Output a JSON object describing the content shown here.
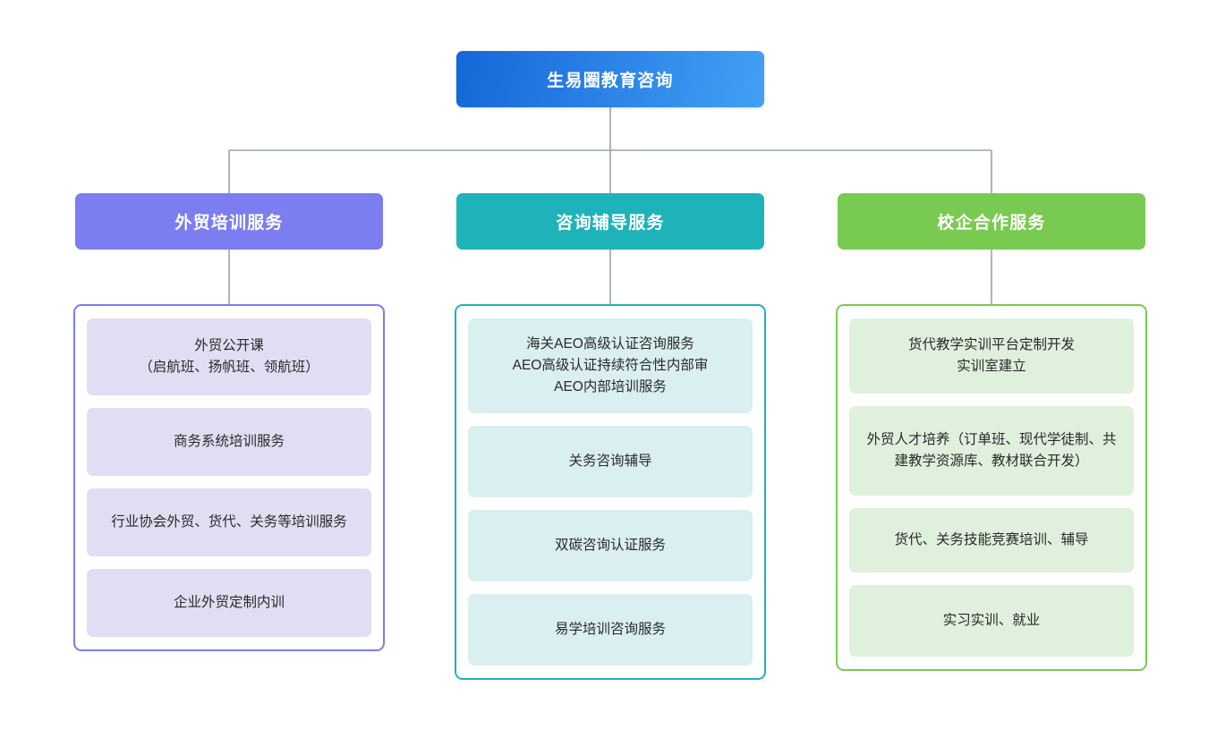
{
  "root": {
    "label": "生易圈教育咨询",
    "gradient_from": "#1667d8",
    "gradient_to": "#41a0f5"
  },
  "connector_color": "#98a3ae",
  "columns": [
    {
      "key": "foreign-trade-training",
      "header_label": "外贸培训服务",
      "header_color": "#7b7df0",
      "border_color": "#7b7df0",
      "chip_color": "#e2ddf2",
      "items": [
        {
          "label": "外贸公开课\n（启航班、扬帆班、领航班）",
          "min_height": 86
        },
        {
          "label": "商务系统培训服务",
          "min_height": 76
        },
        {
          "label": "行业协会外贸、货代、关务等培训服务",
          "min_height": 76
        },
        {
          "label": "企业外贸定制内训",
          "min_height": 76
        }
      ]
    },
    {
      "key": "consulting-tutoring",
      "header_label": "咨询辅导服务",
      "header_color": "#1eb3b9",
      "border_color": "#1eb3b9",
      "chip_color": "#d9eff0",
      "items": [
        {
          "label": "海关AEO高级认证咨询服务\nAEO高级认证持续符合性内部审\nAEO内部培训服务",
          "min_height": 106
        },
        {
          "label": "关务咨询辅导",
          "min_height": 80
        },
        {
          "label": "双碳咨询认证服务",
          "min_height": 80
        },
        {
          "label": "易学培训咨询服务",
          "min_height": 80
        }
      ]
    },
    {
      "key": "school-enterprise-cooperation",
      "header_label": "校企合作服务",
      "header_color": "#79ca50",
      "border_color": "#79ca50",
      "chip_color": "#dff0dc",
      "items": [
        {
          "label": "货代教学实训平台定制开发\n实训室建立",
          "min_height": 84
        },
        {
          "label": "外贸人才培养（订单班、现代学徒制、共建教学资源库、教材联合开发）",
          "min_height": 100
        },
        {
          "label": "货代、关务技能竞赛培训、辅导",
          "min_height": 72
        },
        {
          "label": "实习实训、就业",
          "min_height": 80
        }
      ]
    }
  ],
  "chart_data": {
    "type": "diagram",
    "diagram_kind": "organizational-tree",
    "title": "生易圈教育咨询",
    "levels": 3,
    "nodes": [
      {
        "id": "root",
        "label": "生易圈教育咨询",
        "level": 0,
        "parent": null
      },
      {
        "id": "c0",
        "label": "外贸培训服务",
        "level": 1,
        "parent": "root"
      },
      {
        "id": "c1",
        "label": "咨询辅导服务",
        "level": 1,
        "parent": "root"
      },
      {
        "id": "c2",
        "label": "校企合作服务",
        "level": 1,
        "parent": "root"
      },
      {
        "id": "c0-i0",
        "label": "外贸公开课（启航班、扬帆班、领航班）",
        "level": 2,
        "parent": "c0"
      },
      {
        "id": "c0-i1",
        "label": "商务系统培训服务",
        "level": 2,
        "parent": "c0"
      },
      {
        "id": "c0-i2",
        "label": "行业协会外贸、货代、关务等培训服务",
        "level": 2,
        "parent": "c0"
      },
      {
        "id": "c0-i3",
        "label": "企业外贸定制内训",
        "level": 2,
        "parent": "c0"
      },
      {
        "id": "c1-i0",
        "label": "海关AEO高级认证咨询服务／AEO高级认证持续符合性内部审／AEO内部培训服务",
        "level": 2,
        "parent": "c1"
      },
      {
        "id": "c1-i1",
        "label": "关务咨询辅导",
        "level": 2,
        "parent": "c1"
      },
      {
        "id": "c1-i2",
        "label": "双碳咨询认证服务",
        "level": 2,
        "parent": "c1"
      },
      {
        "id": "c1-i3",
        "label": "易学培训咨询服务",
        "level": 2,
        "parent": "c1"
      },
      {
        "id": "c2-i0",
        "label": "货代教学实训平台定制开发／实训室建立",
        "level": 2,
        "parent": "c2"
      },
      {
        "id": "c2-i1",
        "label": "外贸人才培养（订单班、现代学徒制、共建教学资源库、教材联合开发）",
        "level": 2,
        "parent": "c2"
      },
      {
        "id": "c2-i2",
        "label": "货代、关务技能竞赛培训、辅导",
        "level": 2,
        "parent": "c2"
      },
      {
        "id": "c2-i3",
        "label": "实习实训、就业",
        "level": 2,
        "parent": "c2"
      }
    ]
  }
}
